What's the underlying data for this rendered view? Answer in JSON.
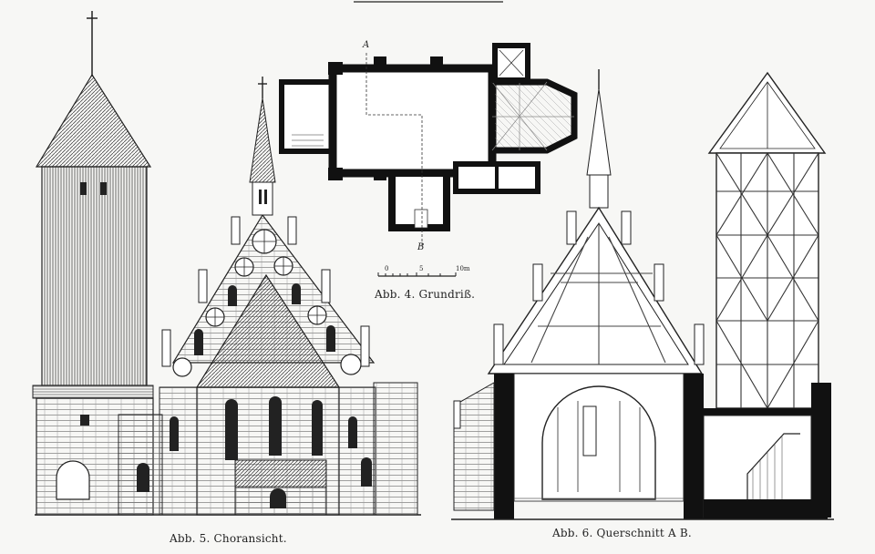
{
  "figures": {
    "plan": {
      "caption": "Abb. 4. Grundriß."
    },
    "choir_view": {
      "caption": "Abb. 5. Choransicht."
    },
    "section": {
      "caption": "Abb. 6. Querschnitt A B."
    }
  },
  "scale_bar": {
    "labels": [
      "0",
      "5",
      "10m"
    ]
  },
  "section_marks": {
    "a": "A",
    "b": "B"
  },
  "colors": {
    "ink": "#1a1a1a",
    "paper": "#f7f7f5",
    "hatch": "#555555"
  }
}
